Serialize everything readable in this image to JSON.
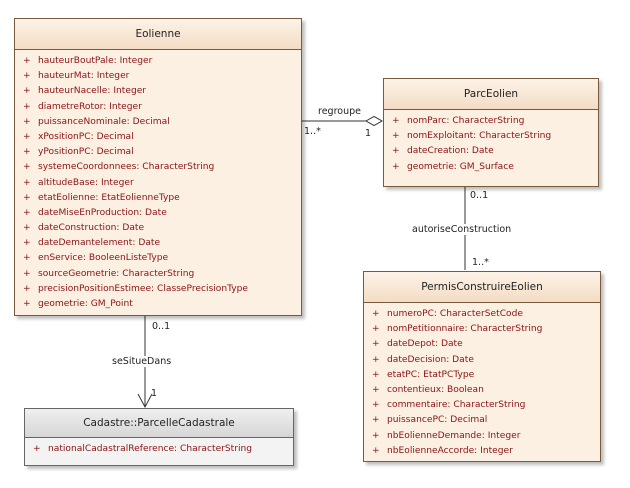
{
  "classes": {
    "eolienne": {
      "name": "Eolienne",
      "attributes": [
        "hauteurBoutPale: Integer",
        "hauteurMat: Integer",
        "hauteurNacelle: Integer",
        "diametreRotor: Integer",
        "puissanceNominale: Decimal",
        "xPositionPC: Decimal",
        "yPositionPC: Decimal",
        "systemeCoordonnees: CharacterString",
        "altitudeBase: Integer",
        "etatEolienne: EtatEolienneType",
        "dateMiseEnProduction: Date",
        "dateConstruction: Date",
        "dateDemantelement: Date",
        "enService: BooleenListeType",
        "sourceGeometrie: CharacterString",
        "precisionPositionEstimee: ClassePrecisionType",
        "geometrie: GM_Point"
      ]
    },
    "parcEolien": {
      "name": "ParcEolien",
      "attributes": [
        "nomParc: CharacterString",
        "nomExploitant: CharacterString",
        "dateCreation: Date",
        "geometrie: GM_Surface"
      ]
    },
    "permis": {
      "name": "PermisConstruireEolien",
      "attributes": [
        "numeroPC: CharacterSetCode",
        "nomPetitionnaire: CharacterString",
        "dateDepot: Date",
        "dateDecision: Date",
        "etatPC: EtatPCType",
        "contentieux: Boolean",
        "commentaire: CharacterString",
        "puissancePC: Decimal",
        "nbEolienneDemande: Integer",
        "nbEolienneAccorde: Integer"
      ]
    },
    "cadastre": {
      "name": "Cadastre::ParcelleCadastrale",
      "attributes": [
        "nationalCadastralReference: CharacterString"
      ]
    }
  },
  "visibility_symbol": "+",
  "associations": {
    "regroupe": {
      "name": "regroupe",
      "source_multiplicity": "1..*",
      "target_multiplicity": "1"
    },
    "autoriseConstruction": {
      "name": "autoriseConstruction",
      "source_multiplicity": "0..1",
      "target_multiplicity": "1..*"
    },
    "seSitueDans": {
      "name": "seSitueDans",
      "source_multiplicity": "0..1",
      "target_multiplicity": "1"
    }
  },
  "colors": {
    "class_fill": "#fcf0e3",
    "attribute_text": "#8a1414",
    "external_class_fill": "#f3f3f3"
  }
}
